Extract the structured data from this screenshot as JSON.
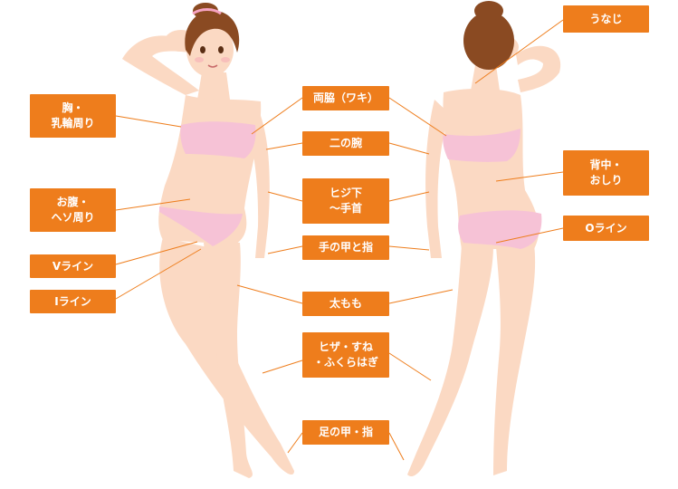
{
  "labels": {
    "chest": "胸・\n乳輪周り",
    "belly": "お腹・\nヘソ周り",
    "vline": "Vライン",
    "iline": "Iライン",
    "underarm": "両脇（ワキ）",
    "upper_arm": "二の腕",
    "forearm": "ヒジ下\n～手首",
    "hand": "手の甲と指",
    "thigh": "太もも",
    "knee_calf": "ヒザ・すね\n・ふくらはぎ",
    "foot": "足の甲・指",
    "nape": "うなじ",
    "back_hip": "背中・\nおしり",
    "oline": "Oライン"
  },
  "colors": {
    "label_bg": "#ee7d1c",
    "label_text": "#ffffff",
    "skin": "#fbd9c3",
    "bikini": "#f6c2d6",
    "hair": "#8a4a22"
  }
}
